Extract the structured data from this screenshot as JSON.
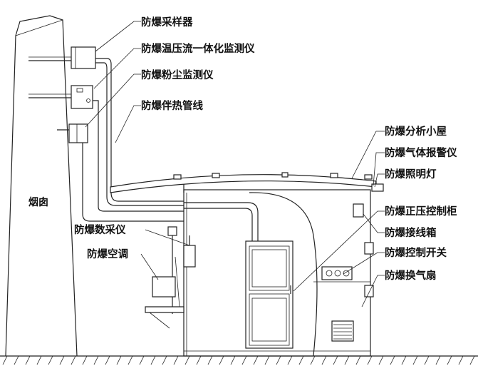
{
  "diagram": {
    "chimney_label": "烟囱",
    "labels": {
      "sampler": "防爆采样器",
      "temp_pressure_flow_monitor": "防爆温压流一体化监测仪",
      "dust_monitor": "防爆粉尘监测仪",
      "heat_tracing_line": "防爆伴热管线",
      "analysis_shelter": "防爆分析小屋",
      "gas_alarm": "防爆气体报警仪",
      "lighting": "防爆照明灯",
      "positive_pressure_cabinet": "防爆正压控制柜",
      "junction_box": "防爆接线箱",
      "control_switch": "防爆控制开关",
      "exhaust_fan": "防爆换气扇",
      "data_acquisition": "防爆数采仪",
      "air_conditioner": "防爆空调"
    }
  }
}
